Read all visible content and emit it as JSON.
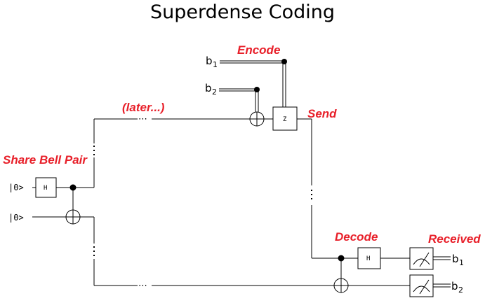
{
  "title": "Superdense Coding",
  "labels": {
    "encode": "Encode",
    "later": "(later...)",
    "send": "Send",
    "share_bell_pair": "Share Bell Pair",
    "decode": "Decode",
    "received": "Received"
  },
  "inputs": {
    "qubit_a": "|0>",
    "qubit_b": "|0>"
  },
  "bits": {
    "b1_base": "b",
    "b1_sub": "1",
    "b2_base": "b",
    "b2_sub": "2"
  },
  "outputs": {
    "out1_base": "b",
    "out1_sub": "1",
    "out2_base": "b",
    "out2_sub": "2"
  },
  "gates": {
    "h_bell": "H",
    "z_encode": "Z",
    "h_decode": "H"
  },
  "ellipsis": "⋯"
}
